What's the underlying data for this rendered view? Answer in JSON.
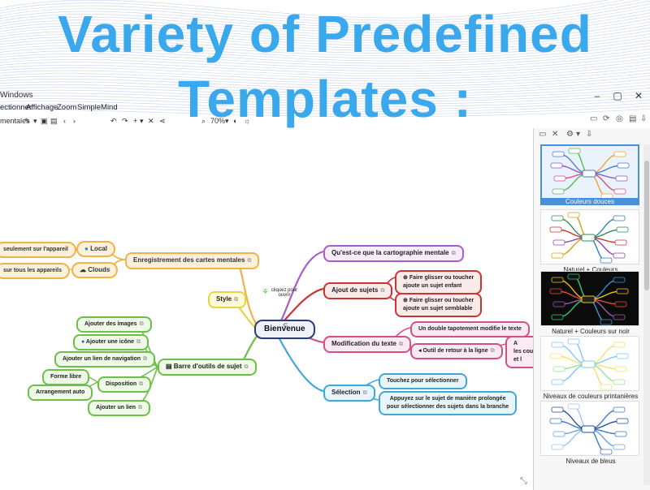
{
  "headline": {
    "line1": "Variety of Predefined",
    "line2": "Templates :"
  },
  "window": {
    "title": "Windows",
    "minimize": "–",
    "maximize": "▢",
    "close": "✕"
  },
  "menu": {
    "items": [
      "ectionner",
      "Affichage",
      "Zoom",
      "SimpleMind"
    ]
  },
  "toolbar": {
    "left_label": "mentales",
    "zoom": "70%"
  },
  "map": {
    "center": "Bienvenue",
    "hint": "cliquez pour\nouvrir",
    "left": {
      "save": "Enregistrement des cartes mentales",
      "local": "Local",
      "clouds": "Clouds",
      "only_device": "seulement sur l'appareil",
      "all_devices": "sur tous les appareils",
      "style": "Style",
      "toolbar": "Barre d'outils de sujet",
      "add_images": "Ajouter des images",
      "add_icon": "Ajouter une icône",
      "add_nav_link": "Ajouter un lien de navigation",
      "layout": "Disposition",
      "free_form": "Forme libre",
      "auto_arrange": "Arrangement auto",
      "add_link": "Ajouter un lien"
    },
    "right": {
      "what_is": "Qu'est-ce que la cartographie mentale",
      "add_topics": "Ajout de sujets",
      "drag_child": "Faire glisser ou toucher\najoute un sujet enfant",
      "drag_sibling": "Faire glisser ou toucher\najoute un sujet semblable",
      "edit_text": "Modification du texte",
      "double_tap": "Un double tapotement modifie le texte",
      "line_break": "Outil de retour à la ligne",
      "cut_note": "A\nles coupu\net l",
      "selection": "Sélection",
      "tap_select": "Touchez pour sélectionner",
      "long_press": "Appuyez sur le sujet de manière prolongée\npour sélectionner des sujets dans la branche"
    }
  },
  "templates": [
    {
      "label": "Couleurs douces",
      "selected": true,
      "dark": false,
      "colors": [
        "#4a7bd0",
        "#8a5bc8",
        "#d84f8a",
        "#5bb85b",
        "#e8a53a"
      ]
    },
    {
      "label": "Naturel + Couleurs",
      "selected": false,
      "dark": false,
      "colors": [
        "#2e8b57",
        "#c0392b",
        "#8e44ad",
        "#d4a017",
        "#2c7fb8"
      ]
    },
    {
      "label": "Naturel + Couleurs sur noir",
      "selected": false,
      "dark": true,
      "colors": [
        "#f1c40f",
        "#e74c3c",
        "#9b59b6",
        "#2ecc71",
        "#3498db"
      ]
    },
    {
      "label": "Niveaux de couleurs printanières",
      "selected": false,
      "dark": false,
      "colors": [
        "#7fc8f8",
        "#f7e06a",
        "#9be38f",
        "#7fc8f8",
        "#f7e06a"
      ]
    },
    {
      "label": "Niveaux de bleus",
      "selected": false,
      "dark": false,
      "colors": [
        "#1f4e9c",
        "#3b78c9",
        "#6aa3e2",
        "#9cc6f0",
        "#3b78c9"
      ]
    }
  ],
  "icons": [
    "search-icon",
    "undo-icon",
    "redo-icon",
    "add-icon",
    "delete-icon",
    "settings-icon",
    "share-icon"
  ]
}
